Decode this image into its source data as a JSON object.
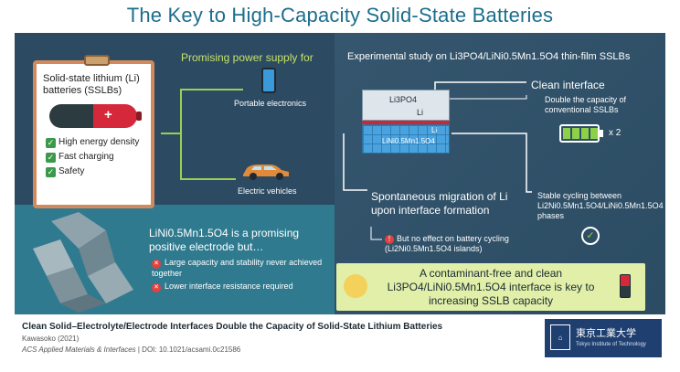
{
  "title": "The Key to High-Capacity Solid-State Batteries",
  "left": {
    "clipboard_title": "Solid-state lithium (Li) batteries (SSLBs)",
    "battery_plus": "+",
    "features": [
      "High energy density",
      "Fast charging",
      "Safety"
    ],
    "promising": "Promising power supply for",
    "uses": [
      "Portable electronics",
      "Electric vehicles"
    ],
    "lnmo_head": "LiNi0.5Mn1.5O4 is a promising positive electrode but…",
    "lnmo_bullets": [
      "Large capacity and stability never achieved together",
      "Lower interface resistance required"
    ]
  },
  "right": {
    "heading": "Experimental study on Li3PO4/LiNi0.5Mn1.5O4 thin-film SSLBs",
    "cell_top": "Li3PO4",
    "cell_li": "Li",
    "cell_li2": "Li",
    "cell_bot": "LiNi0.5Mn1.5O4",
    "clean_head": "Clean interface",
    "clean_sub": "Double the capacity of conventional SSLBs",
    "x2": "x 2",
    "spont": "Spontaneous migration of Li upon interface formation",
    "no_effect": "But no effect on battery cycling (Li2Ni0.5Mn1.5O4 islands)",
    "stable": "Stable cycling between Li2Ni0.5Mn1.5O4/LiNi0.5Mn1.5O4 phases",
    "conclusion": "A contaminant-free and clean Li3PO4/LiNi0.5Mn1.5O4 interface is key to increasing SSLB capacity"
  },
  "footer": {
    "title": "Clean Solid–Electrolyte/Electrode Interfaces Double the Capacity of Solid-State Lithium Batteries",
    "author": "Kawasoko (2021)",
    "journal": "ACS Applied Materials & Interfaces",
    "doi": " | DOI: 10.1021/acsami.0c21586",
    "logo_main": "東京工業大学",
    "logo_sub": "Tokyo Institute of Technology"
  },
  "colors": {
    "title": "#1b6e8c",
    "panel": "#2c4a61",
    "accent_green": "#c6e26b",
    "conclusion_bg": "#e1efa9",
    "interface_red": "#c12b3b"
  },
  "icons": [
    "clipboard-icon",
    "battery-icon",
    "check-icon",
    "phone-icon",
    "car-icon",
    "x-icon",
    "warning-icon",
    "bulb-icon",
    "cycle-icon"
  ]
}
